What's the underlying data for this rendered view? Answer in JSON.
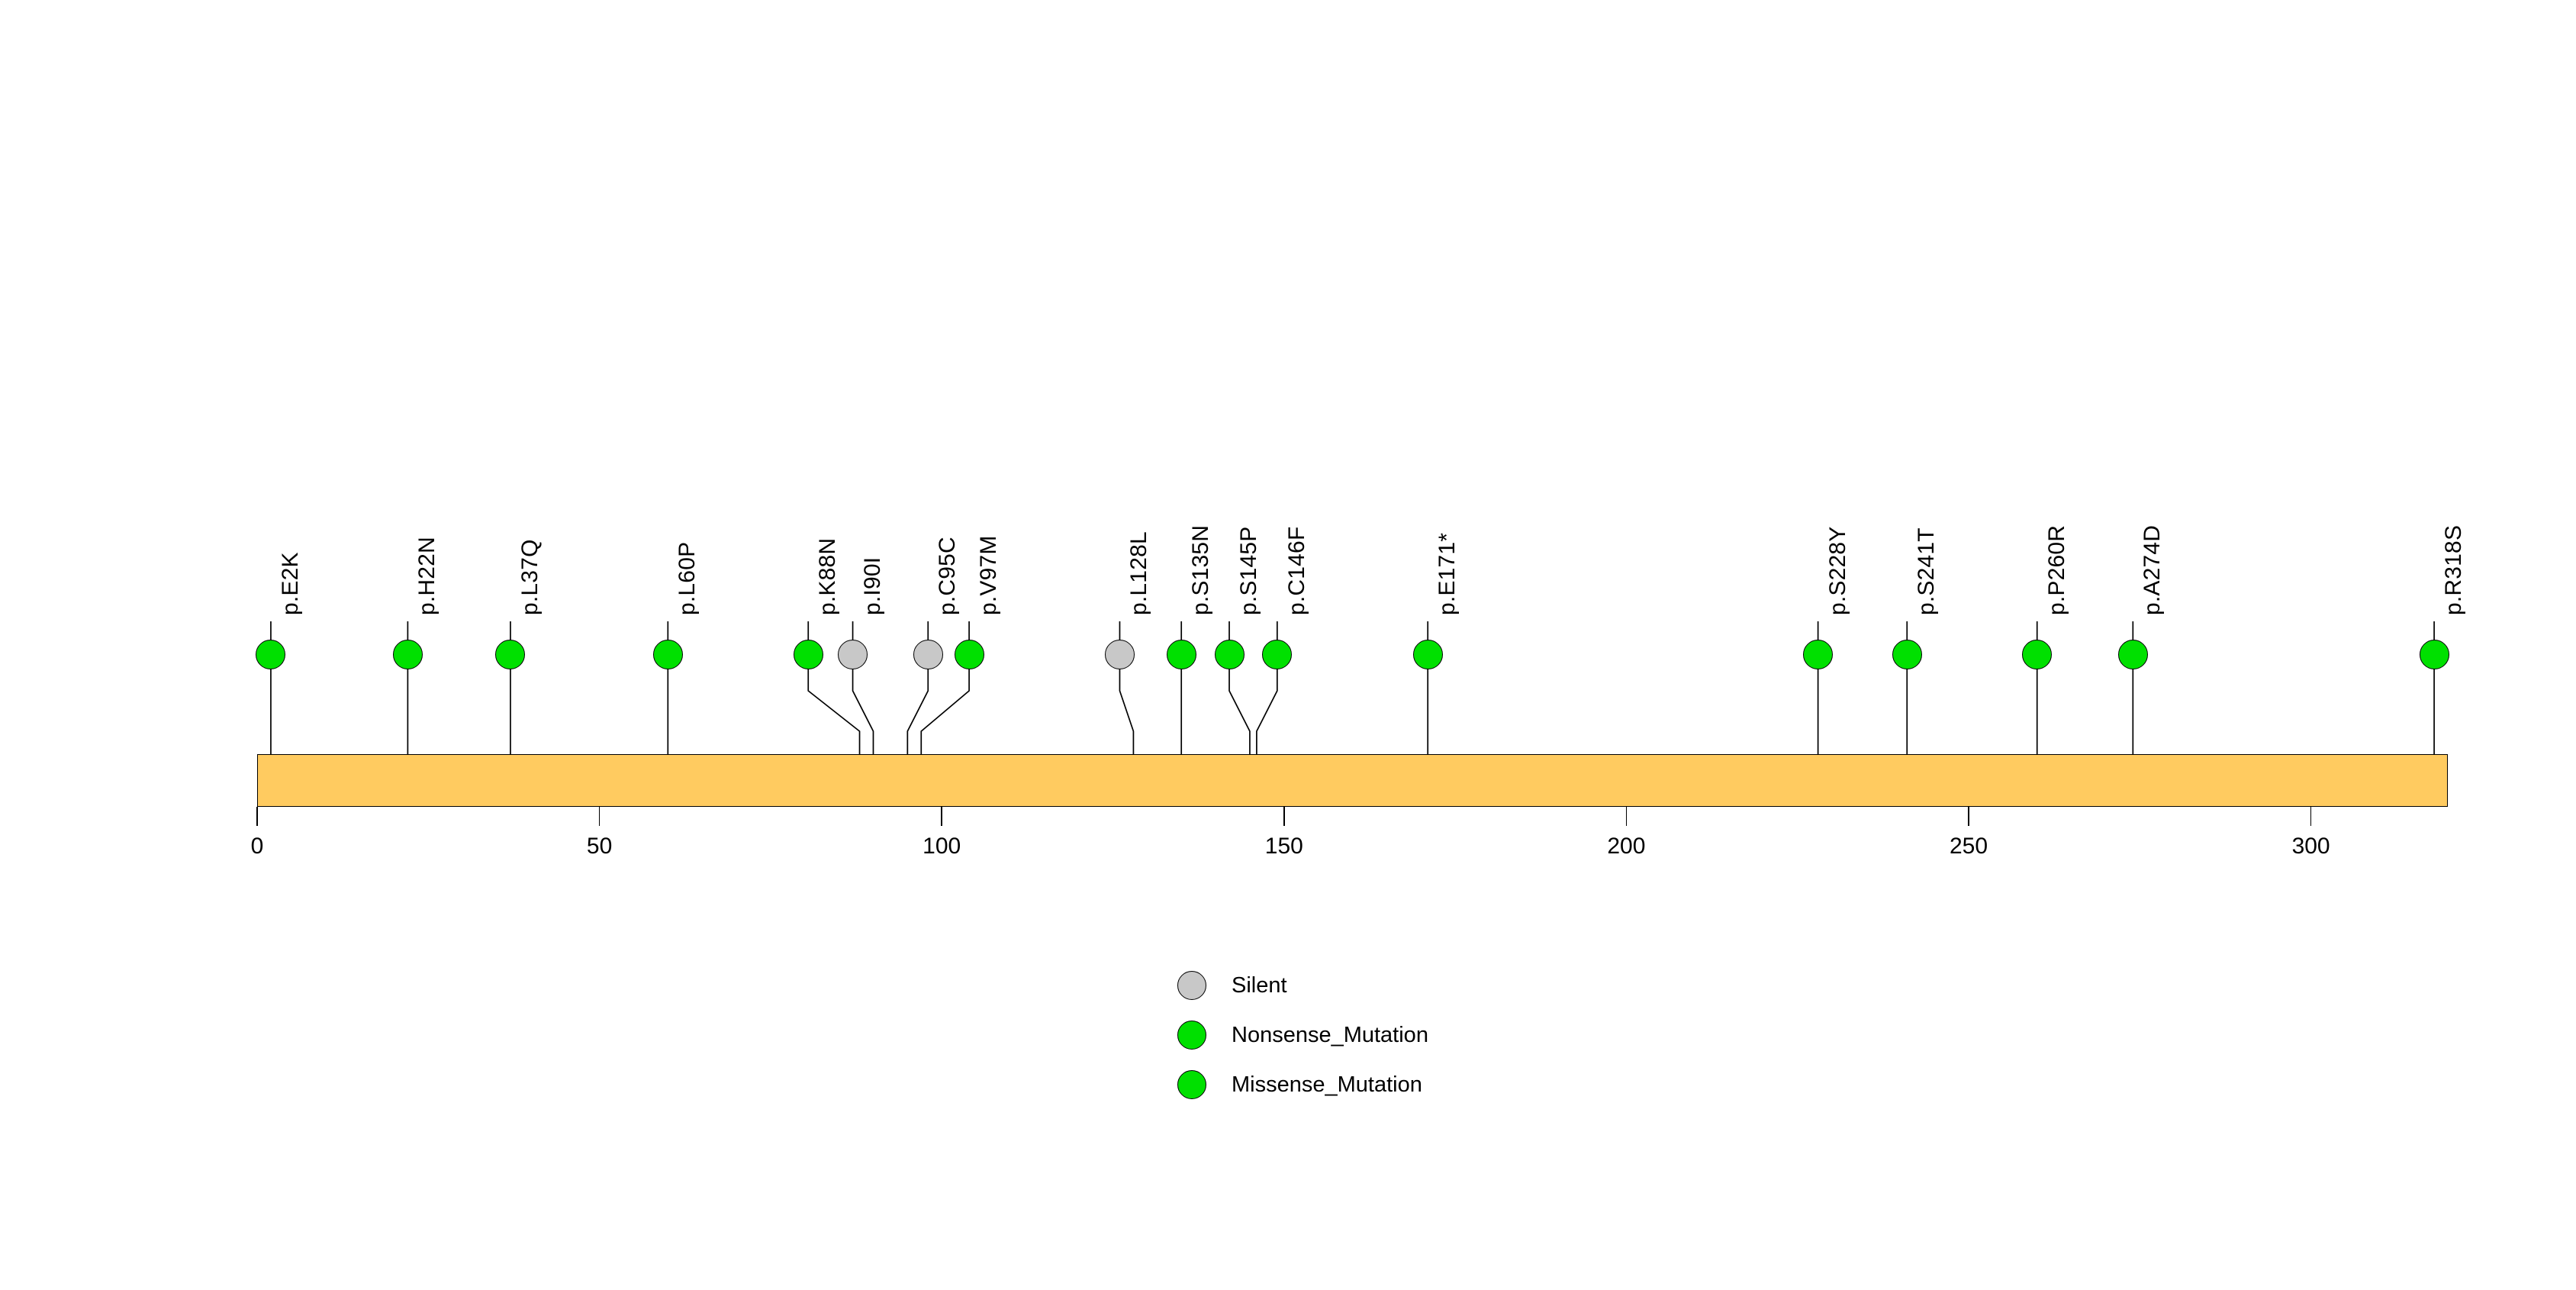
{
  "chart_data": {
    "type": "scatter",
    "plot_kind": "lollipop-protein-domain",
    "title": "",
    "xlabel": "",
    "ylabel": "",
    "xlim": [
      0,
      320
    ],
    "xticks": [
      0,
      50,
      100,
      150,
      200,
      250,
      300
    ],
    "xticklabels": [
      "0",
      "50",
      "100",
      "150",
      "200",
      "250",
      "300"
    ],
    "grid": false,
    "protein_length": 320,
    "protein_bar": {
      "start": 0,
      "end": 320,
      "color": "#FFCB60",
      "border": "#000000"
    },
    "legend_position": "bottom-center",
    "categories": [
      "Silent",
      "Nonsense_Mutation",
      "Missense_Mutation"
    ],
    "category_colors": {
      "Silent": "#C8C8C8",
      "Nonsense_Mutation": "#00E000",
      "Missense_Mutation": "#00E000"
    },
    "x": [
      2,
      22,
      37,
      60,
      88,
      90,
      95,
      97,
      128,
      135,
      145,
      146,
      171,
      228,
      241,
      260,
      274,
      318
    ],
    "values": [
      1,
      1,
      1,
      1,
      1,
      1,
      1,
      1,
      1,
      1,
      1,
      1,
      1,
      1,
      1,
      1,
      1,
      1
    ],
    "points": [
      {
        "label": "p.E2K",
        "pos": 2,
        "type": "Missense_Mutation",
        "color": "#00E000",
        "label_x": 2,
        "anchor_offset": 0
      },
      {
        "label": "p.H22N",
        "pos": 22,
        "type": "Missense_Mutation",
        "color": "#00E000",
        "label_x": 22,
        "anchor_offset": 0
      },
      {
        "label": "p.L37Q",
        "pos": 37,
        "type": "Missense_Mutation",
        "color": "#00E000",
        "label_x": 37,
        "anchor_offset": 0
      },
      {
        "label": "p.L60P",
        "pos": 60,
        "type": "Missense_Mutation",
        "color": "#00E000",
        "label_x": 60,
        "anchor_offset": 0
      },
      {
        "label": "p.K88N",
        "pos": 88,
        "type": "Missense_Mutation",
        "color": "#00E000",
        "label_x": 80.5,
        "anchor_offset": 7.5
      },
      {
        "label": "p.I90I",
        "pos": 90,
        "type": "Silent",
        "color": "#C8C8C8",
        "label_x": 87,
        "anchor_offset": 3
      },
      {
        "label": "p.C95C",
        "pos": 95,
        "type": "Silent",
        "color": "#C8C8C8",
        "label_x": 98,
        "anchor_offset": -3
      },
      {
        "label": "p.V97M",
        "pos": 97,
        "type": "Missense_Mutation",
        "color": "#00E000",
        "label_x": 104,
        "anchor_offset": -7
      },
      {
        "label": "p.L128L",
        "pos": 128,
        "type": "Silent",
        "color": "#C8C8C8",
        "label_x": 126,
        "anchor_offset": 2
      },
      {
        "label": "p.S135N",
        "pos": 135,
        "type": "Missense_Mutation",
        "color": "#00E000",
        "label_x": 135,
        "anchor_offset": 0
      },
      {
        "label": "p.S145P",
        "pos": 145,
        "type": "Missense_Mutation",
        "color": "#00E000",
        "label_x": 142,
        "anchor_offset": 3
      },
      {
        "label": "p.C146F",
        "pos": 146,
        "type": "Missense_Mutation",
        "color": "#00E000",
        "label_x": 149,
        "anchor_offset": -3
      },
      {
        "label": "p.E171*",
        "pos": 171,
        "type": "Nonsense_Mutation",
        "color": "#00E000",
        "label_x": 171,
        "anchor_offset": 0
      },
      {
        "label": "p.S228Y",
        "pos": 228,
        "type": "Missense_Mutation",
        "color": "#00E000",
        "label_x": 228,
        "anchor_offset": 0
      },
      {
        "label": "p.S241T",
        "pos": 241,
        "type": "Missense_Mutation",
        "color": "#00E000",
        "label_x": 241,
        "anchor_offset": 0
      },
      {
        "label": "p.P260R",
        "pos": 260,
        "type": "Missense_Mutation",
        "color": "#00E000",
        "label_x": 260,
        "anchor_offset": 0
      },
      {
        "label": "p.A274D",
        "pos": 274,
        "type": "Missense_Mutation",
        "color": "#00E000",
        "label_x": 274,
        "anchor_offset": 0
      },
      {
        "label": "p.R318S",
        "pos": 318,
        "type": "Missense_Mutation",
        "color": "#00E000",
        "label_x": 318,
        "anchor_offset": 0
      }
    ],
    "legend": [
      {
        "label": "Silent",
        "color": "#C8C8C8"
      },
      {
        "label": "Nonsense_Mutation",
        "color": "#00E000"
      },
      {
        "label": "Missense_Mutation",
        "color": "#00E000"
      }
    ]
  }
}
